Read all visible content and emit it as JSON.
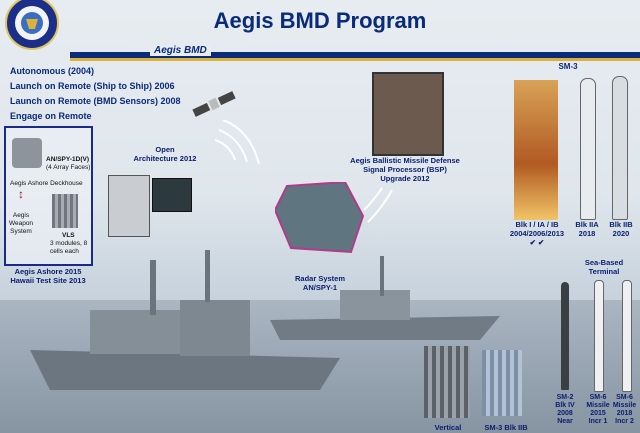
{
  "title": "Aegis BMD Program",
  "section_label": "Aegis BMD",
  "milestones": [
    "Autonomous (2004)",
    "Launch on Remote (Ship to Ship) 2006",
    "Launch on Remote (BMD Sensors) 2008",
    "Engage on Remote"
  ],
  "ashore": {
    "radar_label": "AN/SPY-1D(V)",
    "radar_sub": "(4 Array Faces)",
    "deckhouse": "Aegis Ashore Deckhouse",
    "weapon_system": "Aegis Weapon System",
    "vls": "VLS",
    "vls_sub": "3 modules, 8 cells each",
    "footer_line1": "Aegis Ashore 2015",
    "footer_line2": "Hawaii Test Site 2013"
  },
  "open_arch": {
    "line1": "Open",
    "line2": "Architecture 2012"
  },
  "bsp": {
    "line1": "Aegis Ballistic Missile Defense",
    "line2": "Signal Processor (BSP)",
    "line3": "Upgrade 2012"
  },
  "radar": {
    "line1": "Radar System",
    "line2": "AN/SPY-1"
  },
  "sm3": {
    "title": "SM-3",
    "blk1": "Blk I / IA / IB",
    "blk1_years": "2004/2006/2013",
    "checks": "✔ ✔",
    "blk2a": "Blk IIA",
    "blk2a_year": "2018",
    "blk2b": "Blk IIB",
    "blk2b_year": "2020"
  },
  "sea_terminal": {
    "line1": "Sea-Based",
    "line2": "Terminal"
  },
  "terminal_missiles": [
    {
      "l1": "SM-2",
      "l2": "Blk IV",
      "l3": "2008",
      "l4": "Near"
    },
    {
      "l1": "SM-6",
      "l2": "Missile",
      "l3": "2015",
      "l4": "Incr 1"
    },
    {
      "l1": "SM-6",
      "l2": "Missile",
      "l3": "2018",
      "l4": "Incr 2"
    }
  ],
  "bottom_labels": {
    "vertical": "Vertical",
    "sm3_blk2b": "SM-3 Blk IIB"
  },
  "colors": {
    "navy": "#0a2a7a",
    "gold": "#d9b13b",
    "ship": "#7f8a94"
  }
}
